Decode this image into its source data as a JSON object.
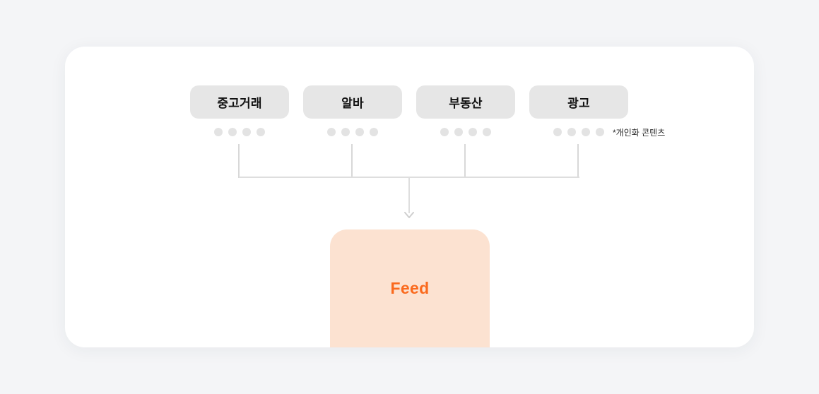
{
  "diagram": {
    "sources": [
      {
        "label": "중고거래"
      },
      {
        "label": "알바"
      },
      {
        "label": "부동산"
      },
      {
        "label": "광고"
      }
    ],
    "annotation": "*개인화 콘텐츠",
    "feed_label": "Feed"
  },
  "colors": {
    "page_bg": "#f4f5f7",
    "card_bg": "#ffffff",
    "source_box_bg": "#e6e6e6",
    "source_box_text": "#111111",
    "dot": "#e3e3e3",
    "connector_line": "#dcdcdc",
    "feed_bg": "#fce2d1",
    "feed_text": "#fa6a1e",
    "annotation_text": "#2b2b2b"
  }
}
